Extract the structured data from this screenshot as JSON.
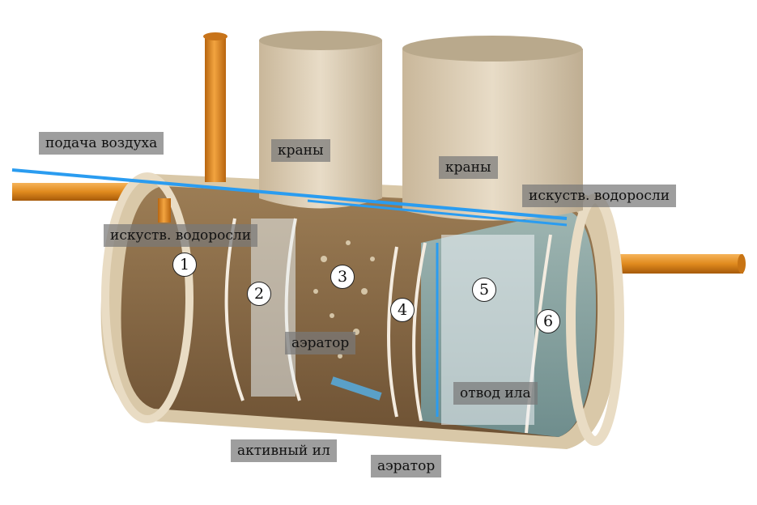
{
  "labels": {
    "air_supply": "подача воздуха",
    "valves_left": "краны",
    "valves_right": "краны",
    "algae_right": "искуств. водоросли",
    "algae_left": "искуств. водоросли",
    "aerator_upper": "аэратор",
    "sludge_outlet": "отвод ила",
    "active_sludge": "активный ил",
    "aerator_lower": "аэратор"
  },
  "chambers": [
    "1",
    "2",
    "3",
    "4",
    "5",
    "6"
  ],
  "colors": {
    "pipe": "#e08a1e",
    "air_line": "#2a9cf0",
    "tank_shell": "#e9dcc4",
    "water_brown": "#8a6a45",
    "water_blue": "#7fa3a5"
  }
}
